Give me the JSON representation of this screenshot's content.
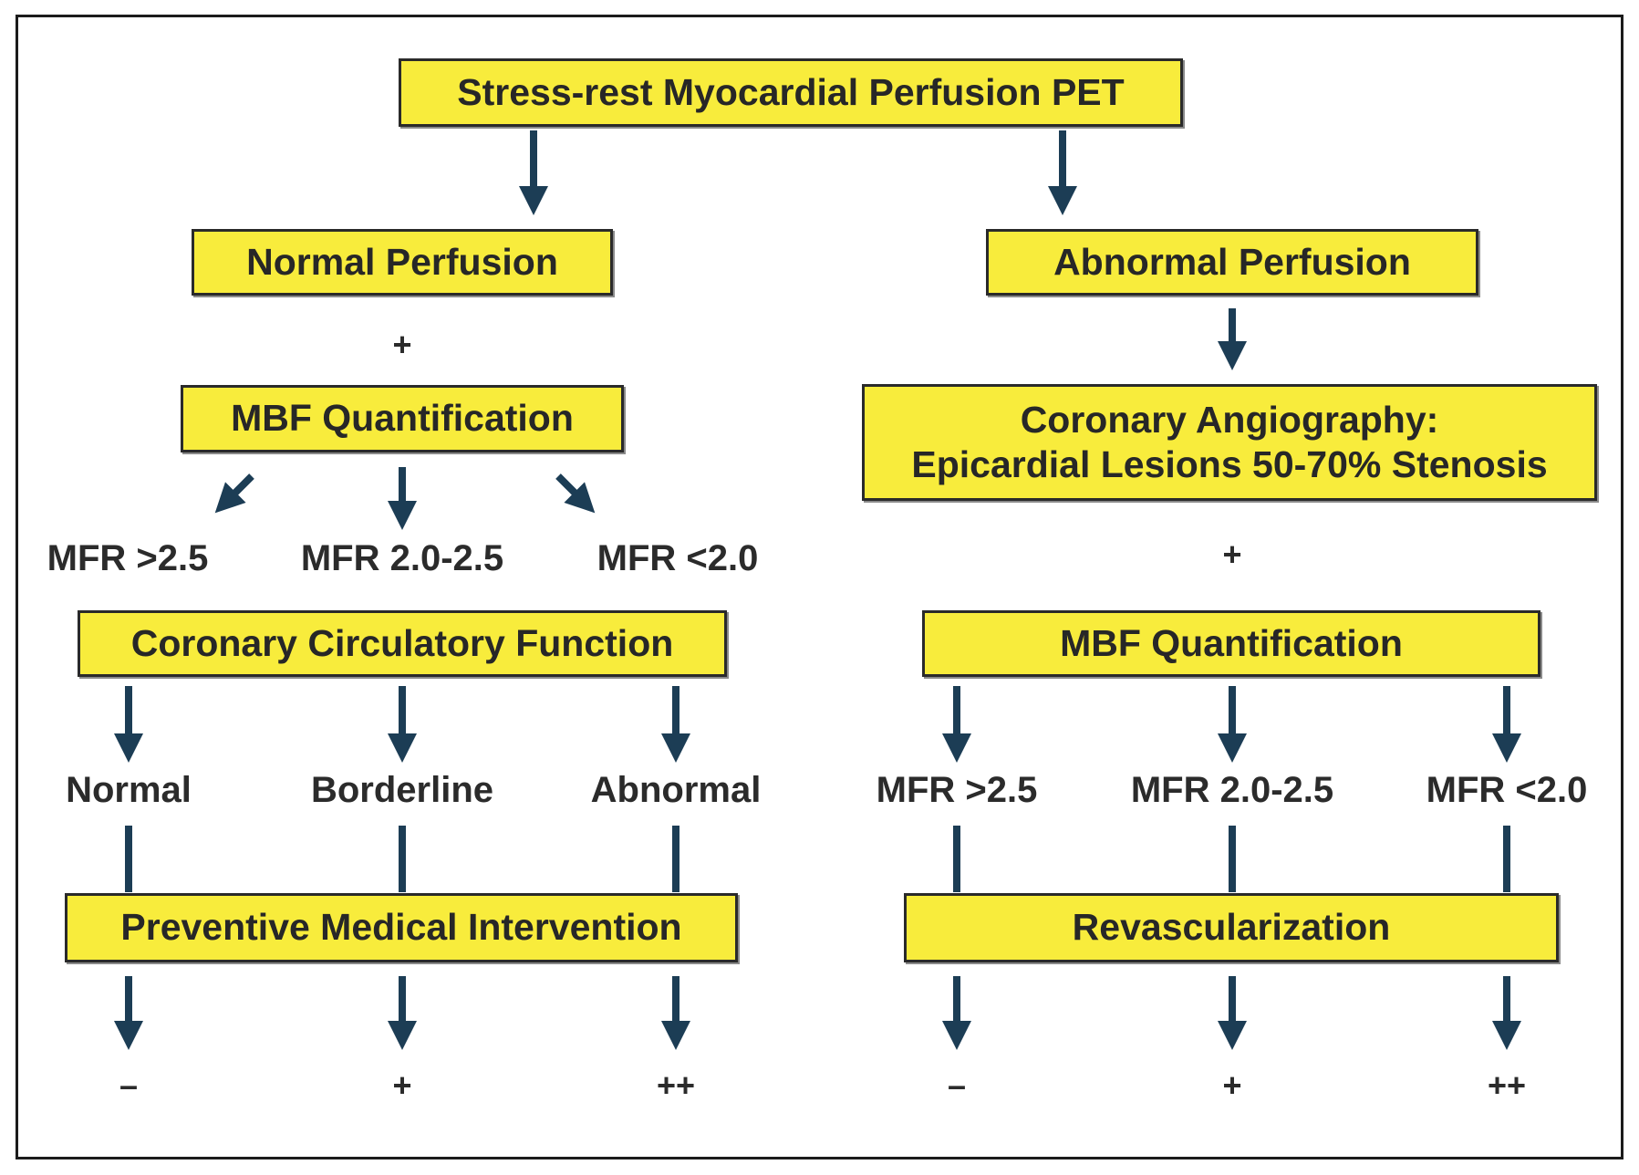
{
  "colors": {
    "box_fill": "#f8ec3c",
    "arrow": "#1c3d55",
    "text": "#2b2b2b"
  },
  "top": {
    "title": "Stress-rest Myocardial Perfusion PET"
  },
  "left": {
    "result": "Normal Perfusion",
    "plus": "+",
    "quant": "MBF Quantification",
    "mfr": [
      ">2.5",
      "2.0-2.5",
      "<2.0"
    ],
    "mfr_labels": [
      "MFR >2.5",
      "MFR 2.0-2.5",
      "MFR <2.0"
    ],
    "function": "Coronary Circulatory Function",
    "outcomes": [
      "Normal",
      "Borderline",
      "Abnormal"
    ],
    "intervention": "Preventive Medical Intervention",
    "levels": [
      "–",
      "+",
      "++"
    ]
  },
  "right": {
    "result": "Abnormal Perfusion",
    "angio_line1": "Coronary Angiography:",
    "angio_line2": "Epicardial Lesions 50-70% Stenosis",
    "plus": "+",
    "quant": "MBF Quantification",
    "mfr_labels": [
      "MFR >2.5",
      "MFR 2.0-2.5",
      "MFR <2.0"
    ],
    "intervention": "Revascularization",
    "levels": [
      "–",
      "+",
      "++"
    ]
  }
}
